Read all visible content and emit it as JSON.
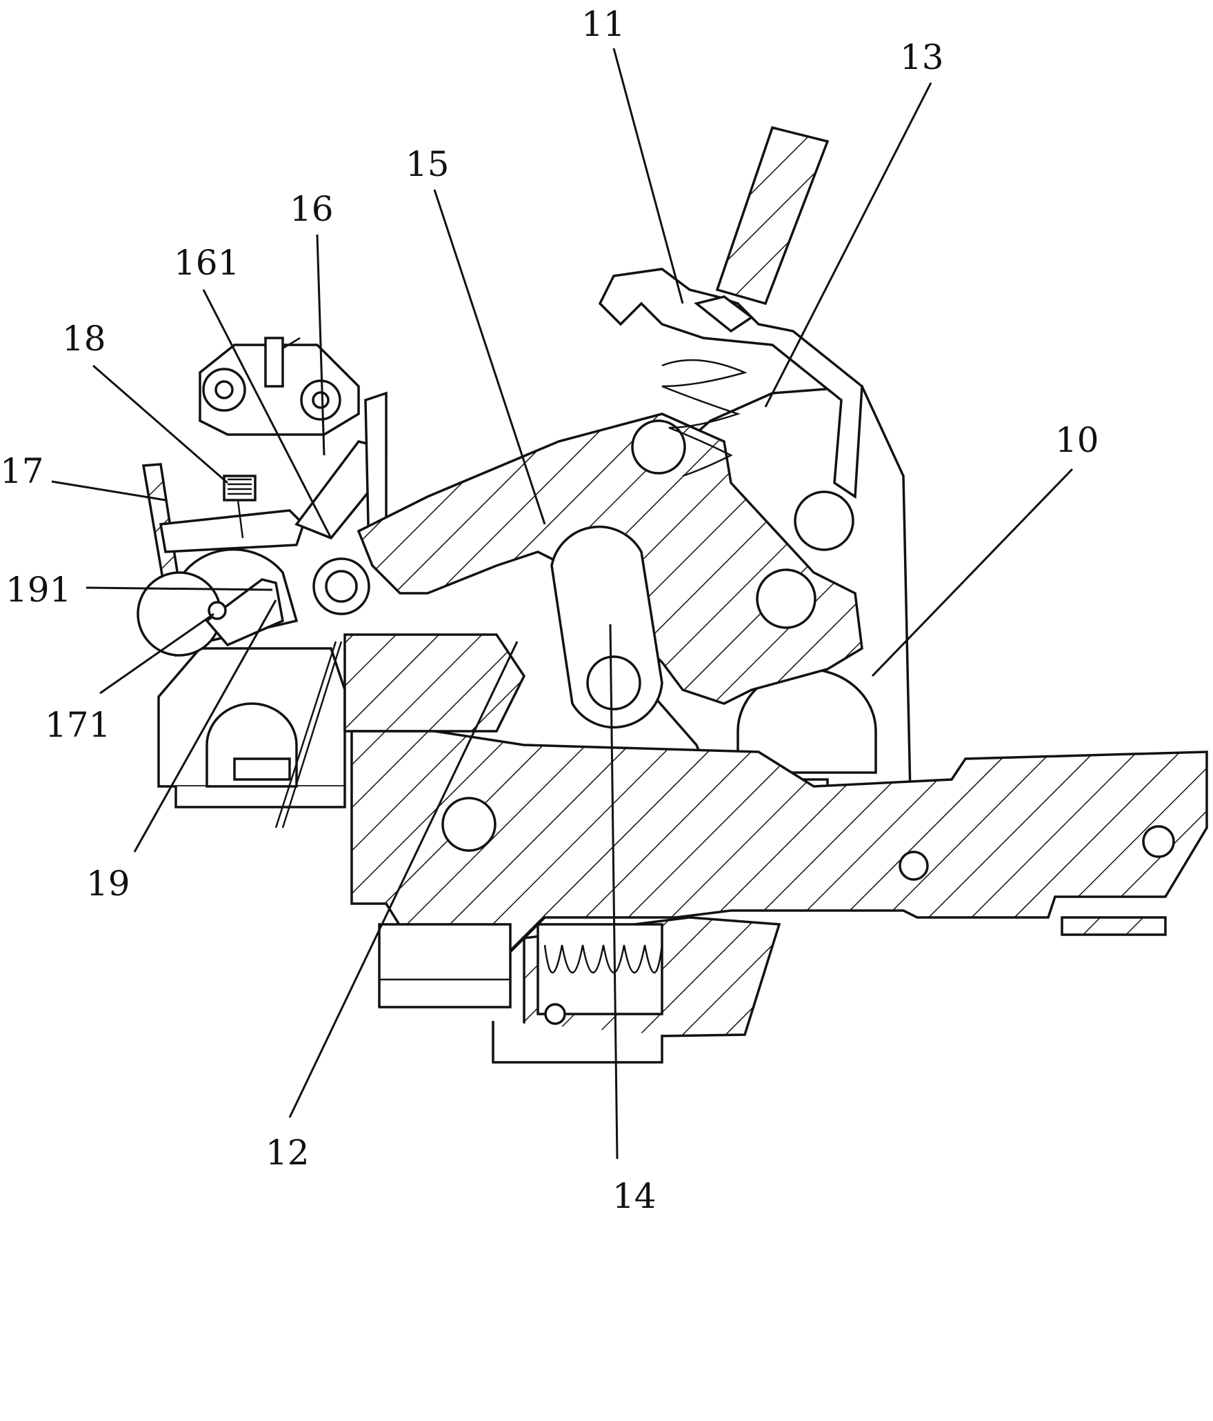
{
  "figure": {
    "type": "mechanical patent drawing (sectional view)",
    "labels": [
      {
        "id": "10",
        "text": "10"
      },
      {
        "id": "11",
        "text": "11"
      },
      {
        "id": "12",
        "text": "12"
      },
      {
        "id": "13",
        "text": "13"
      },
      {
        "id": "14",
        "text": "14"
      },
      {
        "id": "15",
        "text": "15"
      },
      {
        "id": "16",
        "text": "16"
      },
      {
        "id": "161",
        "text": "161"
      },
      {
        "id": "17",
        "text": "17"
      },
      {
        "id": "171",
        "text": "171"
      },
      {
        "id": "18",
        "text": "18"
      },
      {
        "id": "19",
        "text": "19"
      },
      {
        "id": "191",
        "text": "191"
      }
    ]
  }
}
